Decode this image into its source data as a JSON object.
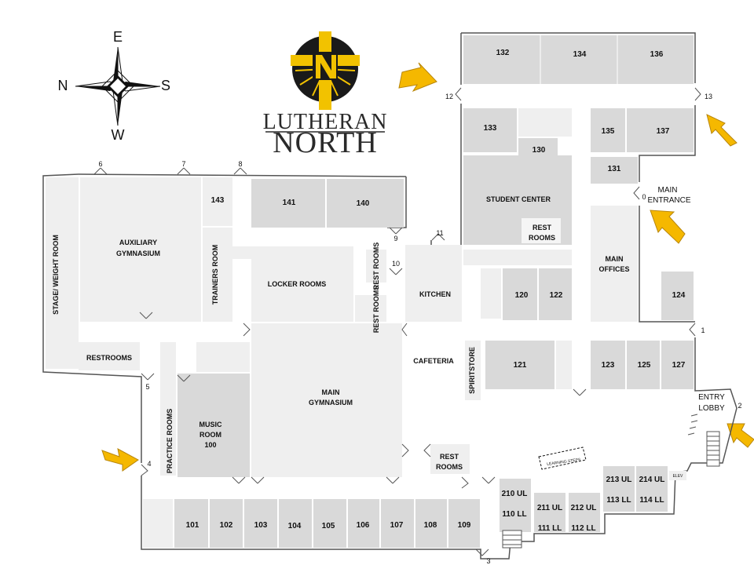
{
  "compass": {
    "top": "E",
    "left": "N",
    "right": "S",
    "bottom": "W"
  },
  "logo": {
    "line1": "LUTHERAN",
    "line2": "NORTH"
  },
  "rooms": {
    "r132": "132",
    "r134": "134",
    "r136": "136",
    "r133": "133",
    "r130": "130",
    "r135": "135",
    "r137": "137",
    "r131": "131",
    "r143": "143",
    "r141": "141",
    "r140": "140",
    "r120": "120",
    "r122": "122",
    "r124": "124",
    "r121": "121",
    "r123": "123",
    "r125": "125",
    "r127": "127",
    "r101": "101",
    "r102": "102",
    "r103": "103",
    "r104": "104",
    "r105": "105",
    "r106": "106",
    "r107": "107",
    "r108": "108",
    "r109": "109",
    "r210ul": "210 UL",
    "r110ll": "110 LL",
    "r211ul": "211 UL",
    "r111ll": "111 LL",
    "r212ul": "212 UL",
    "r112ll": "112 LL",
    "r213ul": "213 UL",
    "r113ll": "113 LL",
    "r214ul": "214 UL",
    "r114ll": "114 LL"
  },
  "areas": {
    "stage": "STAGE/ WEIGHT ROOM",
    "aux_gym_1": "AUXILIARY",
    "aux_gym_2": "GYMNASIUM",
    "trainers": "TRAINERS ROOM",
    "locker": "LOCKER ROOMS",
    "restrooms_left": "RESTROOMS",
    "rest_rooms_v": "REST ROOMS",
    "student_center": "STUDENT CENTER",
    "rest_rooms_1": "REST",
    "rest_rooms_2": "ROOMS",
    "kitchen": "KITCHEN",
    "cafeteria": "CAFETERIA",
    "main_offices_1": "MAIN",
    "main_offices_2": "OFFICES",
    "spirit_store": "SPIRITSTORE",
    "main_gym_1": "MAIN",
    "main_gym_2": "GYMNASIUM",
    "music_1": "MUSIC",
    "music_2": "ROOM",
    "music_3": "100",
    "practice": "PRACTICE ROOMS",
    "main_entrance_1": "MAIN",
    "main_entrance_2": "ENTRANCE",
    "entry_lobby_1": "ENTRY",
    "entry_lobby_2": "LOBBY",
    "learning_steps": "LEARNING STEPS",
    "elev": "ELEV"
  },
  "doors": {
    "d0": "0",
    "d1": "1",
    "d2": "2",
    "d3": "3",
    "d4": "4",
    "d5": "5",
    "d6": "6",
    "d7": "7",
    "d8": "8",
    "d9": "9",
    "d10": "10",
    "d11": "11",
    "d12": "12",
    "d13": "13"
  },
  "colors": {
    "room_fill": "#d9d9d9",
    "light_fill": "#efefef",
    "wall": "#555555",
    "arrow": "#f5b800",
    "arrow_stroke": "#b8860b",
    "logo_gold": "#f2c200"
  }
}
